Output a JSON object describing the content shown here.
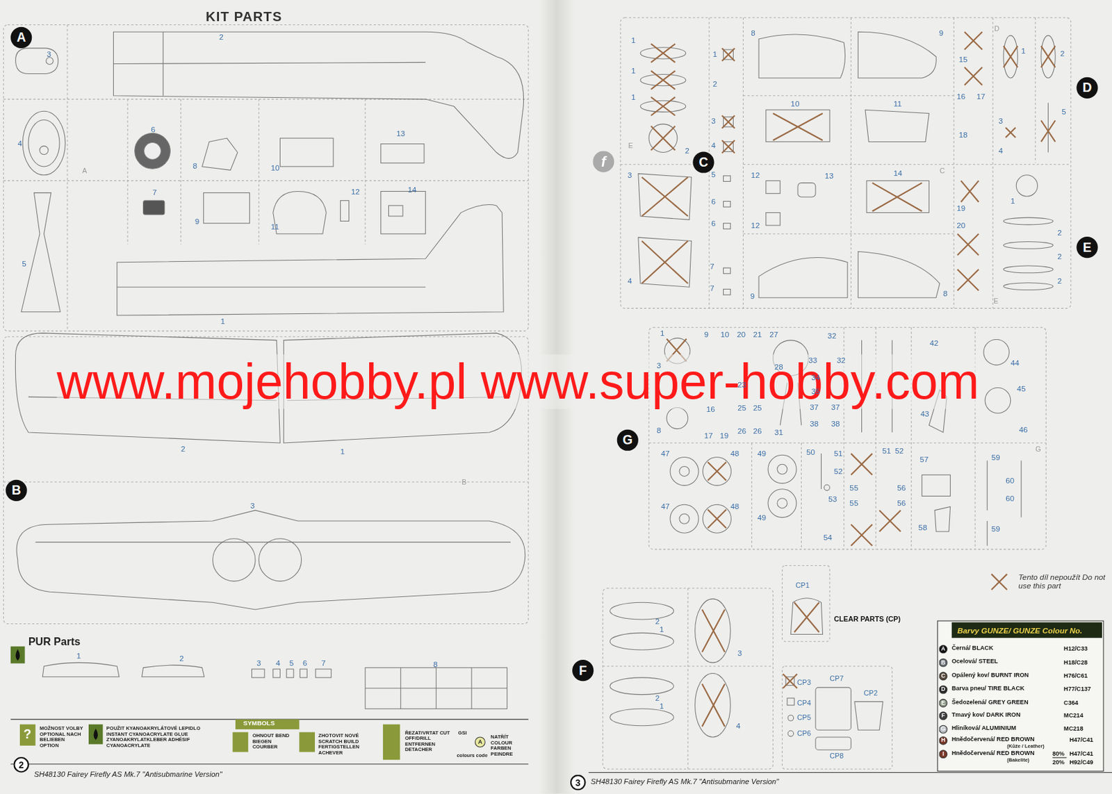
{
  "diagram": {
    "nodes": [
      {
        "text": [
          "A"
        ]
      },
      {
        "text": [
          "B"
        ]
      },
      {
        "text": [
          "2"
        ]
      },
      {
        "text": [
          "f"
        ]
      },
      {
        "text": [
          "C"
        ]
      },
      {
        "text": [
          "D"
        ]
      },
      {
        "text": [
          "E"
        ]
      },
      {
        "text": [
          "G"
        ]
      },
      {
        "text": [
          "F"
        ]
      },
      {
        "text": [
          "3"
        ]
      }
    ],
    "labels": [
      "KIT PARTS",
      "3",
      "2",
      "4",
      "6",
      "8",
      "10",
      "13",
      "A",
      "7",
      "9",
      "11",
      "12",
      "14",
      "5",
      "1",
      "2",
      "1",
      "3",
      "B",
      "PUR Parts",
      "1",
      "2",
      "3",
      "4",
      "5",
      "6",
      "7",
      "8",
      "?",
      "MOŽNOST VOLBY OPTIONAL NACH BELIEBEN OPTION",
      "POUŽIT KYANOAKRYLÁTOVÉ LEPIDLO INSTANT CYANOACRYLATE GLUE ZYANOAKRYLATKLEBER ADHÉSIF CYANOACRYLATE",
      "SYMBOLS",
      "OHNOUT BEND BIEGEN COURBER",
      "ZHOTOVIT NOVÉ SCRATCH BUILD FERTIGSTELLEN ACHEVER",
      "ŘEZAT/VRTAT CUT OFF/DRILL ENTFERNEN DETACHER",
      "GSI",
      "A",
      "colours code",
      "NATŘÍT COLOUR FARBEN PEINDRE",
      "SH48130 Fairey Firefly AS Mk.7 \"Antisubmarine Version\"",
      "www.mojehobby.pl www.super-hobby.com",
      "1",
      "1",
      "1",
      "E",
      "2",
      "3",
      "4",
      "1",
      "2",
      "3",
      "4",
      "5",
      "6",
      "6",
      "7",
      "7",
      "8",
      "9",
      "10",
      "11",
      "12",
      "13",
      "12",
      "14",
      "C",
      "9",
      "8",
      "D",
      "1",
      "2",
      "15",
      "16",
      "17",
      "18",
      "3",
      "4",
      "5",
      "19",
      "1",
      "20",
      "2",
      "2",
      "2",
      "E",
      "1",
      "9",
      "10",
      "20",
      "21",
      "27",
      "32",
      "3",
      "28",
      "33",
      "32",
      "42",
      "44",
      "23",
      "34",
      "35",
      "37",
      "37",
      "38",
      "38",
      "16",
      "25",
      "25",
      "26",
      "26",
      "31",
      "8",
      "17",
      "19",
      "43",
      "45",
      "46",
      "47",
      "48",
      "47",
      "48",
      "49",
      "49",
      "50",
      "51",
      "52",
      "51",
      "52",
      "53",
      "54",
      "55",
      "55",
      "56",
      "56",
      "57",
      "58",
      "59",
      "60",
      "60",
      "59",
      "G",
      "2",
      "1",
      "3",
      "2",
      "1",
      "4",
      "CP1",
      "CLEAR PARTS (CP)",
      "CP3",
      "CP7",
      "CP2",
      "CP4",
      "CP5",
      "CP6",
      "CP8",
      "Tento díl nepoužít Do not use this part",
      "SH48130 Fairey Firefly AS Mk.7 \"Antisubmarine Version\"",
      "Barvy GUNZE/ GUNZE Colour No.",
      "A",
      "B",
      "C",
      "D",
      "E",
      "F",
      "G",
      "H",
      "I",
      "H12/C33",
      "H18/C28",
      "H76/C61",
      "H77/C137",
      "C364",
      "MC214",
      "MC218",
      "H47/C41",
      "(Kůže / Leather)",
      "80%",
      "H47/C41",
      "(Bakelite)",
      "20%",
      "H92/C49"
    ],
    "legend": [
      {
        "text": "Černá/ BLACK",
        "color": "#111111"
      },
      {
        "text": "Ocelová/ STEEL",
        "color": "#6d7277"
      },
      {
        "text": "Opálený kov/ BURNT IRON",
        "color": "#5a4a3c"
      },
      {
        "text": "Barva pneu/ TIRE BLACK",
        "color": "#2a2a2a"
      },
      {
        "text": "Šedozelená/ GREY GREEN",
        "color": "#8f9a86"
      },
      {
        "text": "Tmavý kov/ DARK IRON",
        "color": "#3e3e3e"
      },
      {
        "text": "Hliníková/ ALUMINIUM",
        "color": "#b8bcc0"
      },
      {
        "text": "Hnědočervená/ RED BROWN",
        "color": "#7a3a2a"
      },
      {
        "text": "Hnědočervená/ RED BROWN",
        "color": "#7a3a2a"
      }
    ]
  }
}
